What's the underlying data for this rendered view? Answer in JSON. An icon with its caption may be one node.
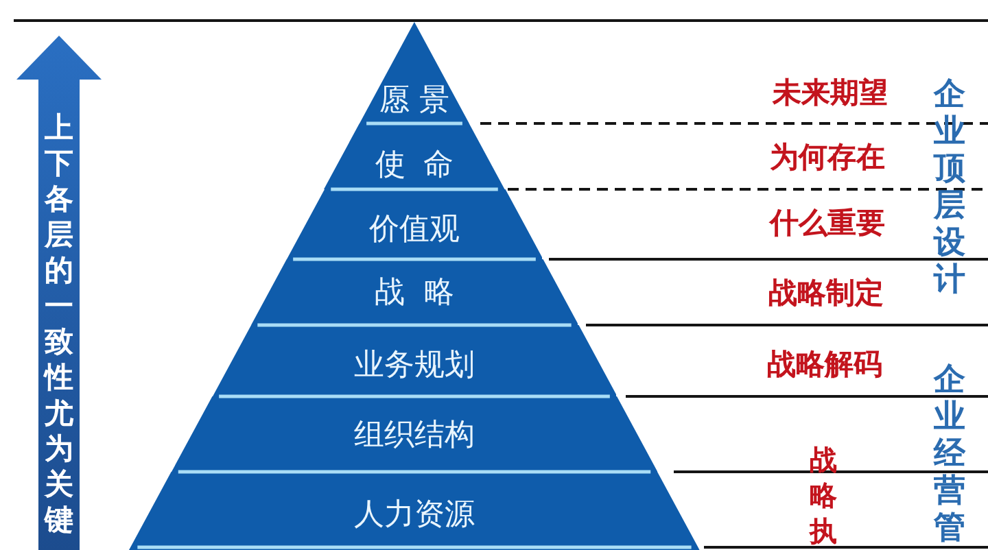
{
  "diagram": {
    "nodes": [
      {
        "text": [
          "上下各层的一致性尤为关键"
        ]
      },
      {
        "text": [
          "愿景"
        ]
      },
      {
        "text": [
          "使命"
        ]
      },
      {
        "text": [
          "价值观"
        ]
      },
      {
        "text": [
          "战略"
        ]
      },
      {
        "text": [
          "业务规划"
        ]
      },
      {
        "text": [
          "组织结构"
        ]
      },
      {
        "text": [
          "人力资源"
        ]
      }
    ],
    "labels": [
      "未来期望",
      "为何存在",
      "什么重要",
      "战略制定",
      "战略解码",
      "战略执",
      "企业顶层设计",
      "企业经营管"
    ]
  }
}
